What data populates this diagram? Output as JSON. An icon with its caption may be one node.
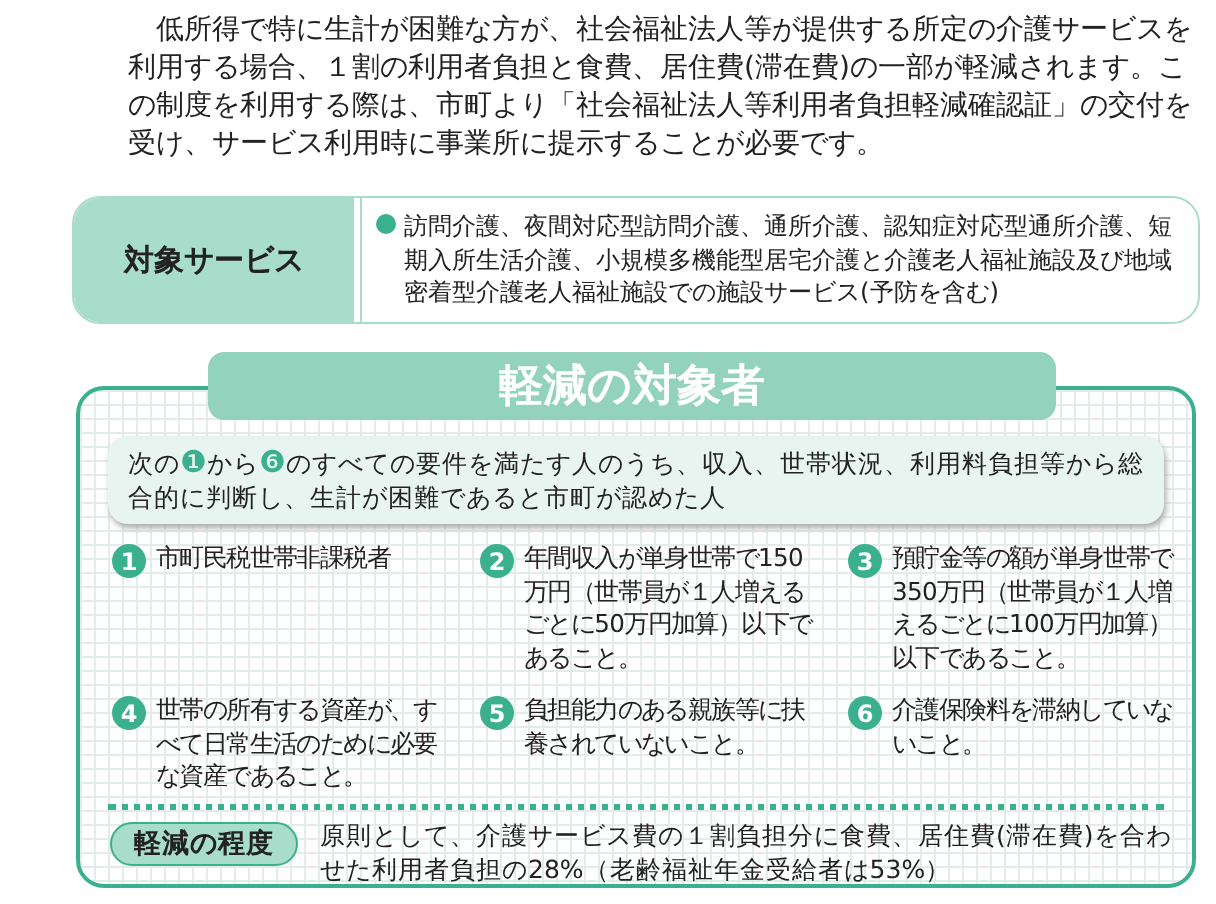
{
  "diagram": {
    "nodes": [
      {
        "text": [
          "対象サービス",
          "訪問介護、夜間対応型訪問介護、通所介護、認知症対応型通所介護、短期入所生活介護、小規模多機能型居宅介護と介護老人福祉施設及び地域密着型介護老人福祉施設での施設サービス(予防を含む)"
        ]
      },
      {
        "text": [
          "軽減の対象者"
        ]
      },
      {
        "text": [
          "次の❶から❻のすべての要件を満たす人のうち、収入、世帯状況、利用料負担等から総合的に判断し、生計が困難であると市町が認めた人"
        ],
        "in": 1
      },
      {
        "text": [
          "1",
          "市町民税世帯非課税者"
        ],
        "in": 1
      },
      {
        "text": [
          "2",
          "年間収入が単身世帯で150万円（世帯員が１人増えるごとに50万円加算）以下であること。"
        ],
        "in": 1
      },
      {
        "text": [
          "3",
          "預貯金等の額が単身世帯で350万円（世帯員が１人増えるごとに100万円加算）以下であること。"
        ],
        "in": 1
      },
      {
        "text": [
          "4",
          "世帯の所有する資産が、すべて日常生活のために必要な資産であること。"
        ],
        "in": 1
      },
      {
        "text": [
          "5",
          "負担能力のある親族等に扶養されていないこと。"
        ],
        "in": 1
      },
      {
        "text": [
          "6",
          "介護保険料を滞納していないこと。"
        ],
        "in": 1
      },
      {
        "text": [
          "軽減の程度"
        ],
        "in": 1,
        "beside": [
          "原則として、介護サービス費の１割負担分に食費、居住費(滞在費)を合わせた利用者負担の28%（老齢福祉年金受給者は53%）"
        ]
      }
    ],
    "labels": [
      "低所得で特に生計が困難な方が、社会福祉法人等が提供する所定の介護サービスを利用する場合、１割の利用者負担と食費、居住費(滞在費)の一部が軽減されます。この制度を利用する際は、市町より「社会福祉法人等利用者負担軽減確認証」の交付を受け、サービス利用時に事業所に提示することが必要です。"
    ]
  }
}
